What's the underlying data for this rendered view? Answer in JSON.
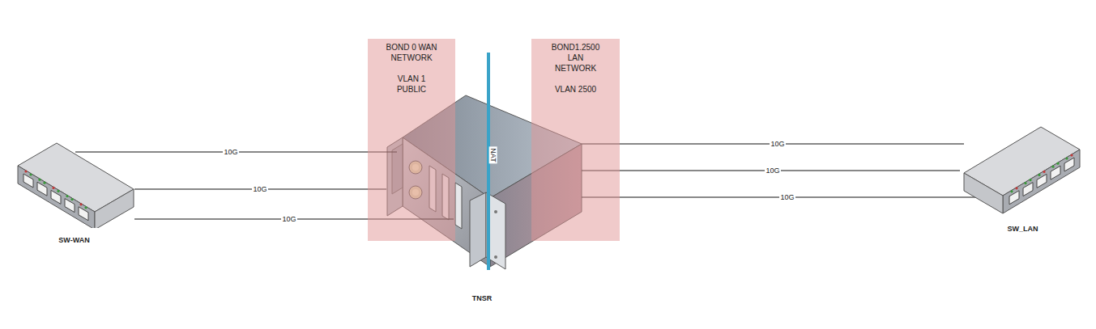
{
  "diagram": {
    "nodes": [
      {
        "text": [
          "SW-WAN"
        ]
      },
      {
        "text": [
          "TNSR"
        ]
      },
      {
        "text": [
          "BOND 0 WAN NETWORK",
          "VLAN 1 PUBLIC"
        ]
      },
      {
        "text": [
          "BOND1.2500 LAN NETWORK",
          "VLAN 2500"
        ]
      },
      {
        "text": [
          "SW_LAN"
        ]
      }
    ],
    "edges": [
      {
        "from": 0,
        "to": 1,
        "label": "10G",
        "arrow": "none"
      },
      {
        "from": 0,
        "to": 1,
        "label": "10G",
        "arrow": "none"
      },
      {
        "from": 0,
        "to": 1,
        "label": "10G",
        "arrow": "none"
      },
      {
        "from": 1,
        "to": 4,
        "label": "10G",
        "arrow": "none"
      },
      {
        "from": 1,
        "to": 4,
        "label": "10G",
        "arrow": "none"
      },
      {
        "from": 1,
        "to": 4,
        "label": "10G",
        "arrow": "none"
      }
    ],
    "labels": [
      "NAT"
    ]
  }
}
